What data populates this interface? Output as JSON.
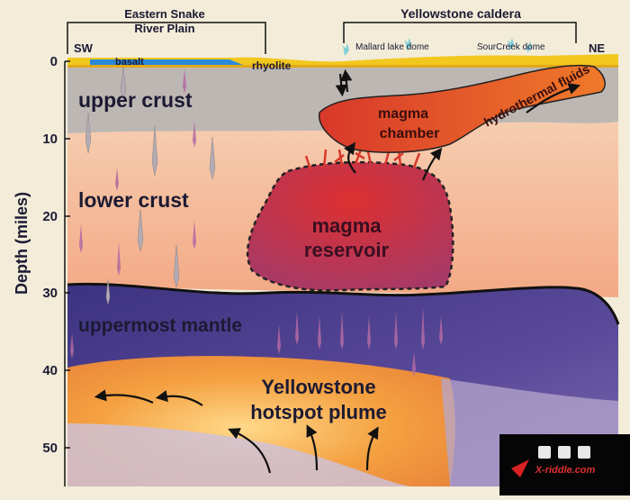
{
  "diagram": {
    "region_left": "Eastern Snake River Plain",
    "region_left_line1": "Eastern Snake",
    "region_left_line2": "River Plain",
    "region_right": "Yellowstone caldera",
    "sw": "SW",
    "ne": "NE",
    "basalt": "basalt",
    "rhyolite": "rhyolite",
    "dome1": "Mallard lake dome",
    "dome2": "SourCreek dome",
    "upper_crust": "upper crust",
    "lower_crust": "lower crust",
    "uppermost_mantle": "uppermost mantle",
    "magma_chamber_line1": "magma",
    "magma_chamber_line2": "chamber",
    "magma_reservoir_line1": "magma",
    "magma_reservoir_line2": "reservoir",
    "hydrothermal": "hydrothermal fluids",
    "plume_line1": "Yellowstone",
    "plume_line2": "hotspot plume",
    "axis_title": "Depth (miles)",
    "depth_ticks": [
      "0",
      "10",
      "20",
      "30",
      "40",
      "50"
    ],
    "watermark_site": "X-riddle.com"
  },
  "colors": {
    "background": "#f2ecd9",
    "upper_crust": "#bdb7b4",
    "lower_crust": "#f4b996",
    "mantle": "#4a3e8a",
    "plume": "#f29a3a",
    "rhyolite": "#f2c81e",
    "basalt": "#2a8ad8",
    "chamber": "#d8432a",
    "reservoir": "#b83a5a"
  }
}
